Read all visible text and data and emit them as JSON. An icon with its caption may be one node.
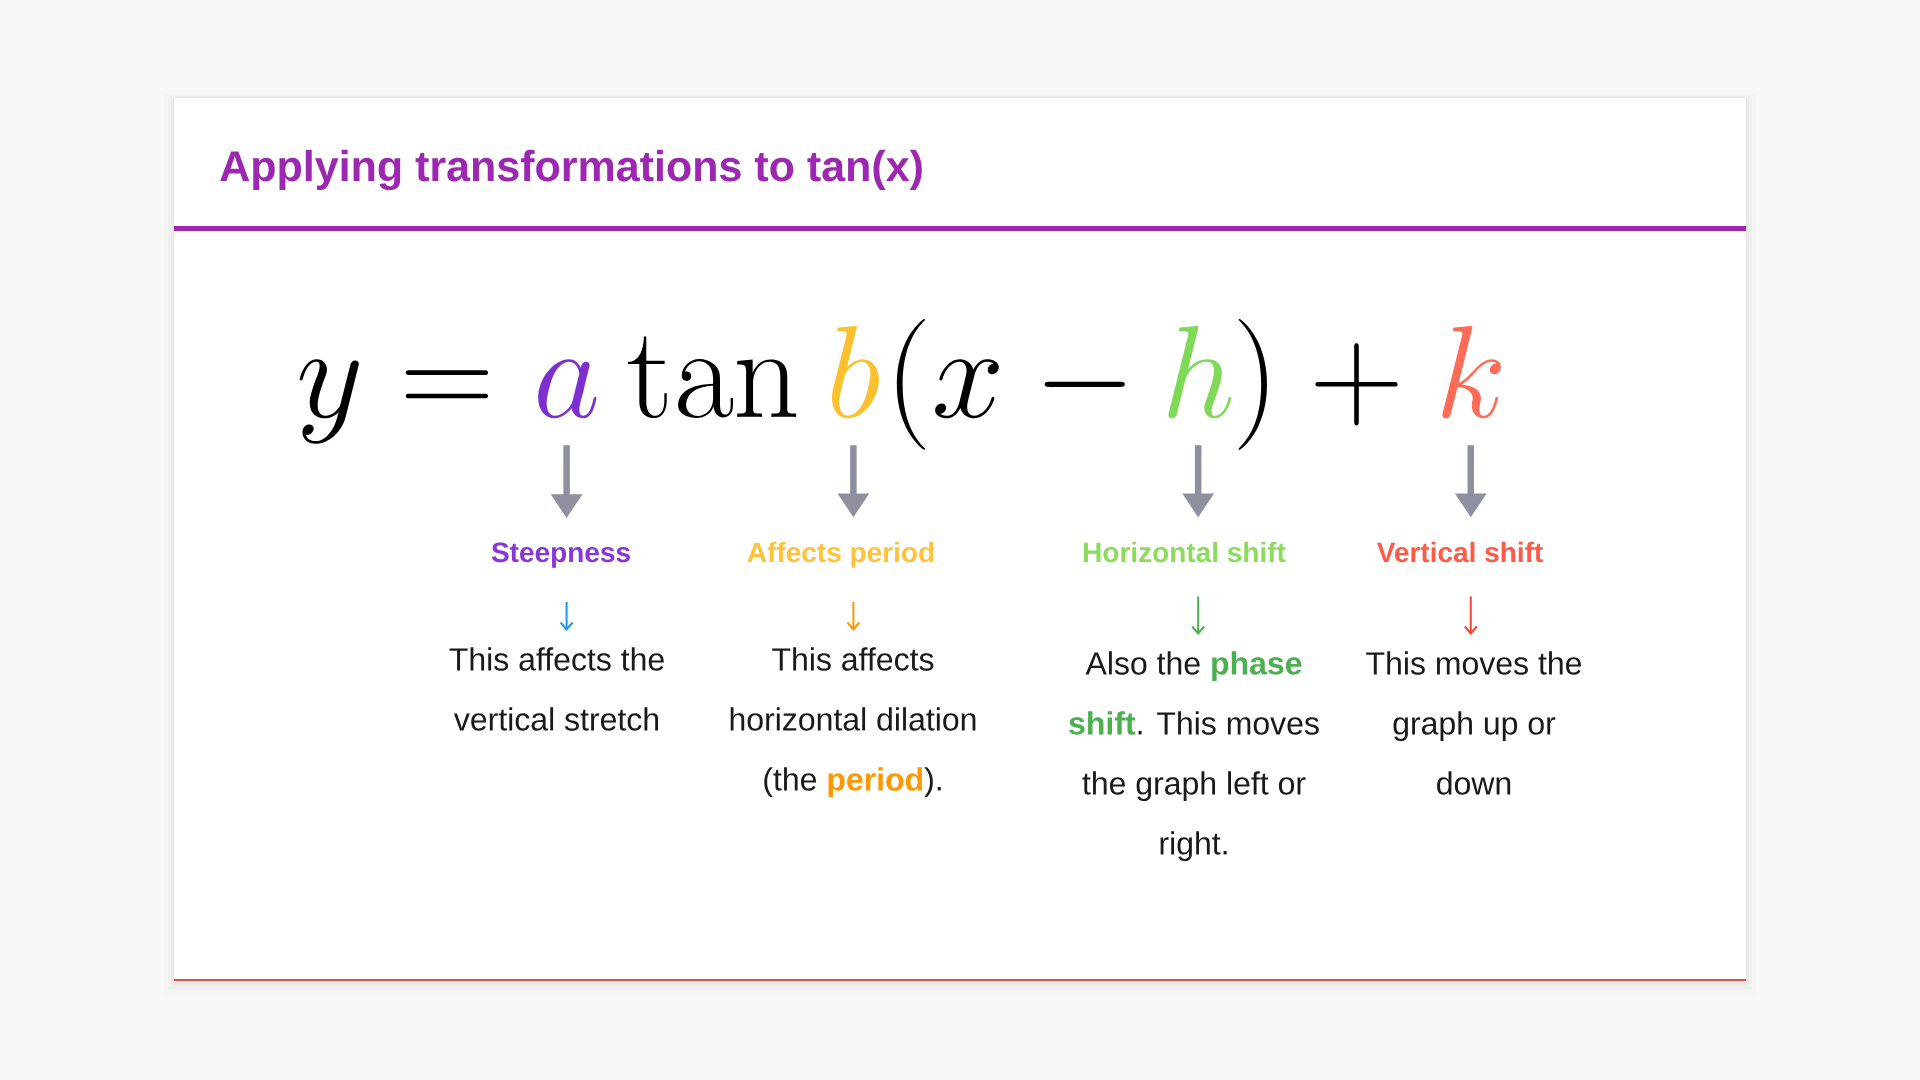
{
  "diagram": {
    "title": "Applying transformations to tan(x)",
    "nodes": [
      {
        "text": [
          "a"
        ]
      },
      {
        "text": [
          "b"
        ]
      },
      {
        "text": [
          "h"
        ]
      },
      {
        "text": [
          "k"
        ]
      },
      {
        "text": [
          "Steepness"
        ]
      },
      {
        "text": [
          "Affects period"
        ]
      },
      {
        "text": [
          "Horizontal shift"
        ]
      },
      {
        "text": [
          "Vertical shift"
        ]
      },
      {
        "text": [
          "This affects the vertical stretch"
        ]
      },
      {
        "text": [
          "This affects horizontal dilation (the **period**)."
        ]
      },
      {
        "text": [
          "Also the **phase shift**. This moves the graph left or right."
        ]
      },
      {
        "text": [
          "This moves the graph up or down"
        ]
      }
    ],
    "edges": [
      {
        "from": 0,
        "to": 4,
        "arrow": "to",
        "style": "thick"
      },
      {
        "from": 1,
        "to": 5,
        "arrow": "to",
        "style": "thick"
      },
      {
        "from": 2,
        "to": 6,
        "arrow": "to",
        "style": "thick"
      },
      {
        "from": 3,
        "to": 7,
        "arrow": "to",
        "style": "thick"
      },
      {
        "from": 4,
        "to": 8,
        "arrow": "to",
        "color": "#2196f3"
      },
      {
        "from": 5,
        "to": 9,
        "arrow": "to",
        "color": "#ff9800"
      },
      {
        "from": 6,
        "to": 10,
        "arrow": "to",
        "color": "#4caf50"
      },
      {
        "from": 7,
        "to": 11,
        "arrow": "to",
        "color": "#f44336"
      }
    ],
    "labels": [
      "y =",
      "\\tan",
      "(x",
      "-",
      ")",
      "+"
    ]
  }
}
